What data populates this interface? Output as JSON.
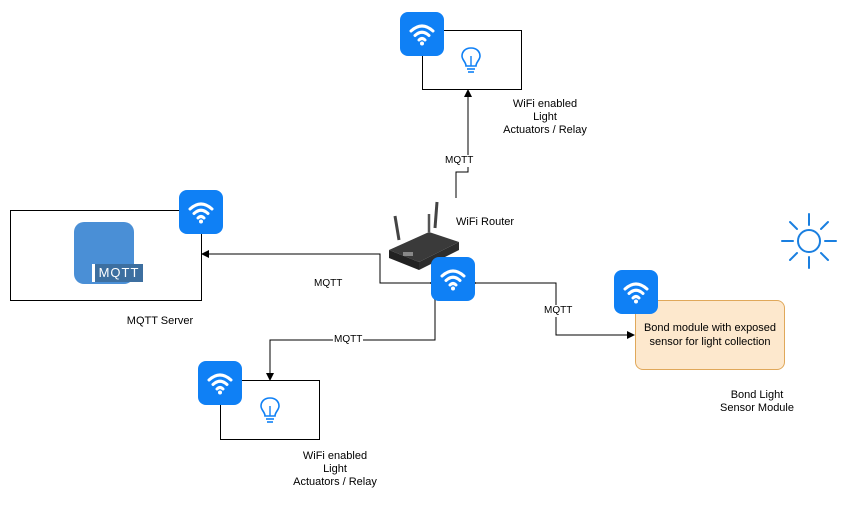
{
  "labels": {
    "mqtt_server": "MQTT Server",
    "wifi_router": "WiFi Router",
    "light_top": "WiFi enabled\nLight\nActuators / Relay",
    "light_bottom": "WiFi enabled\nLight\nActuators / Relay",
    "bond_module_text": "Bond module with exposed sensor for light collection",
    "bond_sensor": "Bond Light\nSensor Module",
    "mqtt_logo": "MQTT"
  },
  "edges": {
    "router_to_top_light": "MQTT",
    "router_to_server": "MQTT",
    "router_to_bottom_light": "MQTT",
    "router_to_bond": "MQTT"
  },
  "colors": {
    "wifi_tile": "#0f80f5",
    "bond_fill": "#fde8cd",
    "bond_border": "#e0a85a",
    "bulb": "#0f80f5",
    "sun": "#1a7fe0"
  },
  "icons": [
    "wifi-icon",
    "lightbulb-icon",
    "router-icon",
    "sun-icon",
    "mqtt-logo-icon"
  ]
}
